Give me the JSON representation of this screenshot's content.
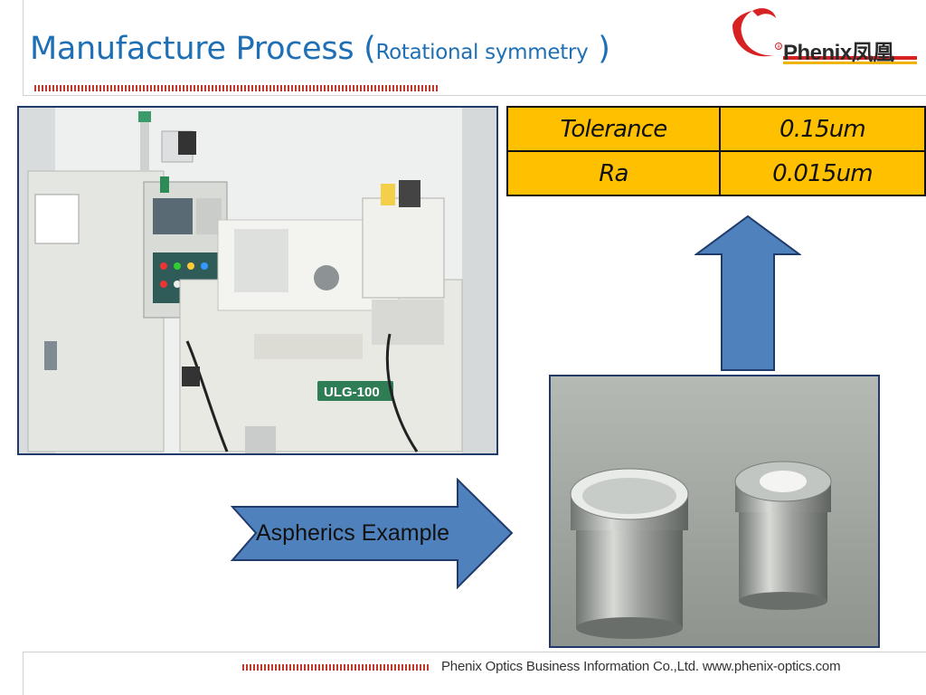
{
  "slide": {
    "title_main": "Manufacture Process (",
    "title_sub": "Rotational symmetry",
    "title_close": ")",
    "logo_text": "Phenix凤凰",
    "logo_mark": "R",
    "machine_label": "ULG-100",
    "arrow_label": "Aspherics Example",
    "footer": "Phenix Optics Business Information Co.,Ltd.  www.phenix-optics.com"
  },
  "spec_table": [
    {
      "param": "Tolerance",
      "value": "0.15um"
    },
    {
      "param": "Ra",
      "value": "0.015um"
    }
  ],
  "colors": {
    "title": "#1f6fb5",
    "accent_dots": "#c0392b",
    "table_fill": "#ffc000",
    "arrow_fill": "#4f81bd",
    "arrow_stroke": "#1f3a6b"
  },
  "icons": {
    "logo": "phoenix-swirl-icon",
    "arrow_up": "up-arrow-icon",
    "arrow_right": "right-arrow-icon"
  }
}
